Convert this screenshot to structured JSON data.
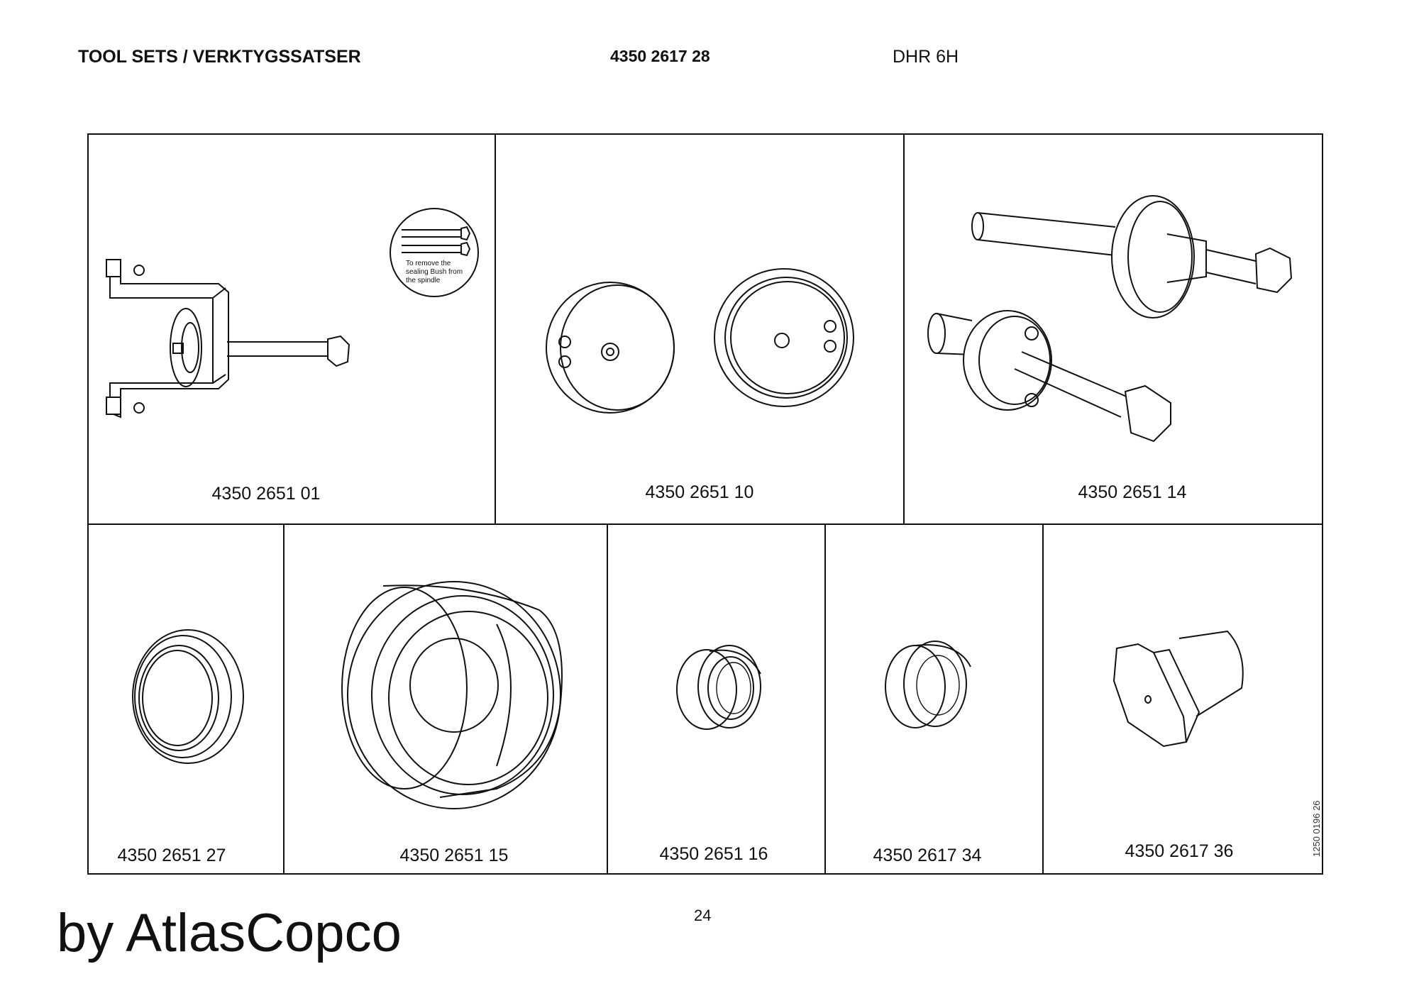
{
  "header": {
    "title": "TOOL SETS / VERKTYGSSATSER",
    "part_number": "4350 2617 28",
    "model": "DHR 6H"
  },
  "panels": [
    {
      "part_number": "4350 2651 01",
      "icon": "puller-tool-icon"
    },
    {
      "part_number": "4350 2651 10",
      "icon": "disc-plates-icon"
    },
    {
      "part_number": "4350 2651 14",
      "icon": "bolt-discs-icon"
    },
    {
      "part_number": "4350 2651 27",
      "icon": "ring-icon"
    },
    {
      "part_number": "4350 2651 15",
      "icon": "large-bushing-icon"
    },
    {
      "part_number": "4350 2651 16",
      "icon": "small-bushing-icon"
    },
    {
      "part_number": "4350 2617 34",
      "icon": "small-bushing-icon"
    },
    {
      "part_number": "4350 2617 36",
      "icon": "flanged-sleeve-icon"
    }
  ],
  "annotation": "To remove the sealing Bush from the spindle",
  "drawing_id": "1250 0196 26",
  "page_number": "24",
  "publisher": "by AtlasCopco"
}
